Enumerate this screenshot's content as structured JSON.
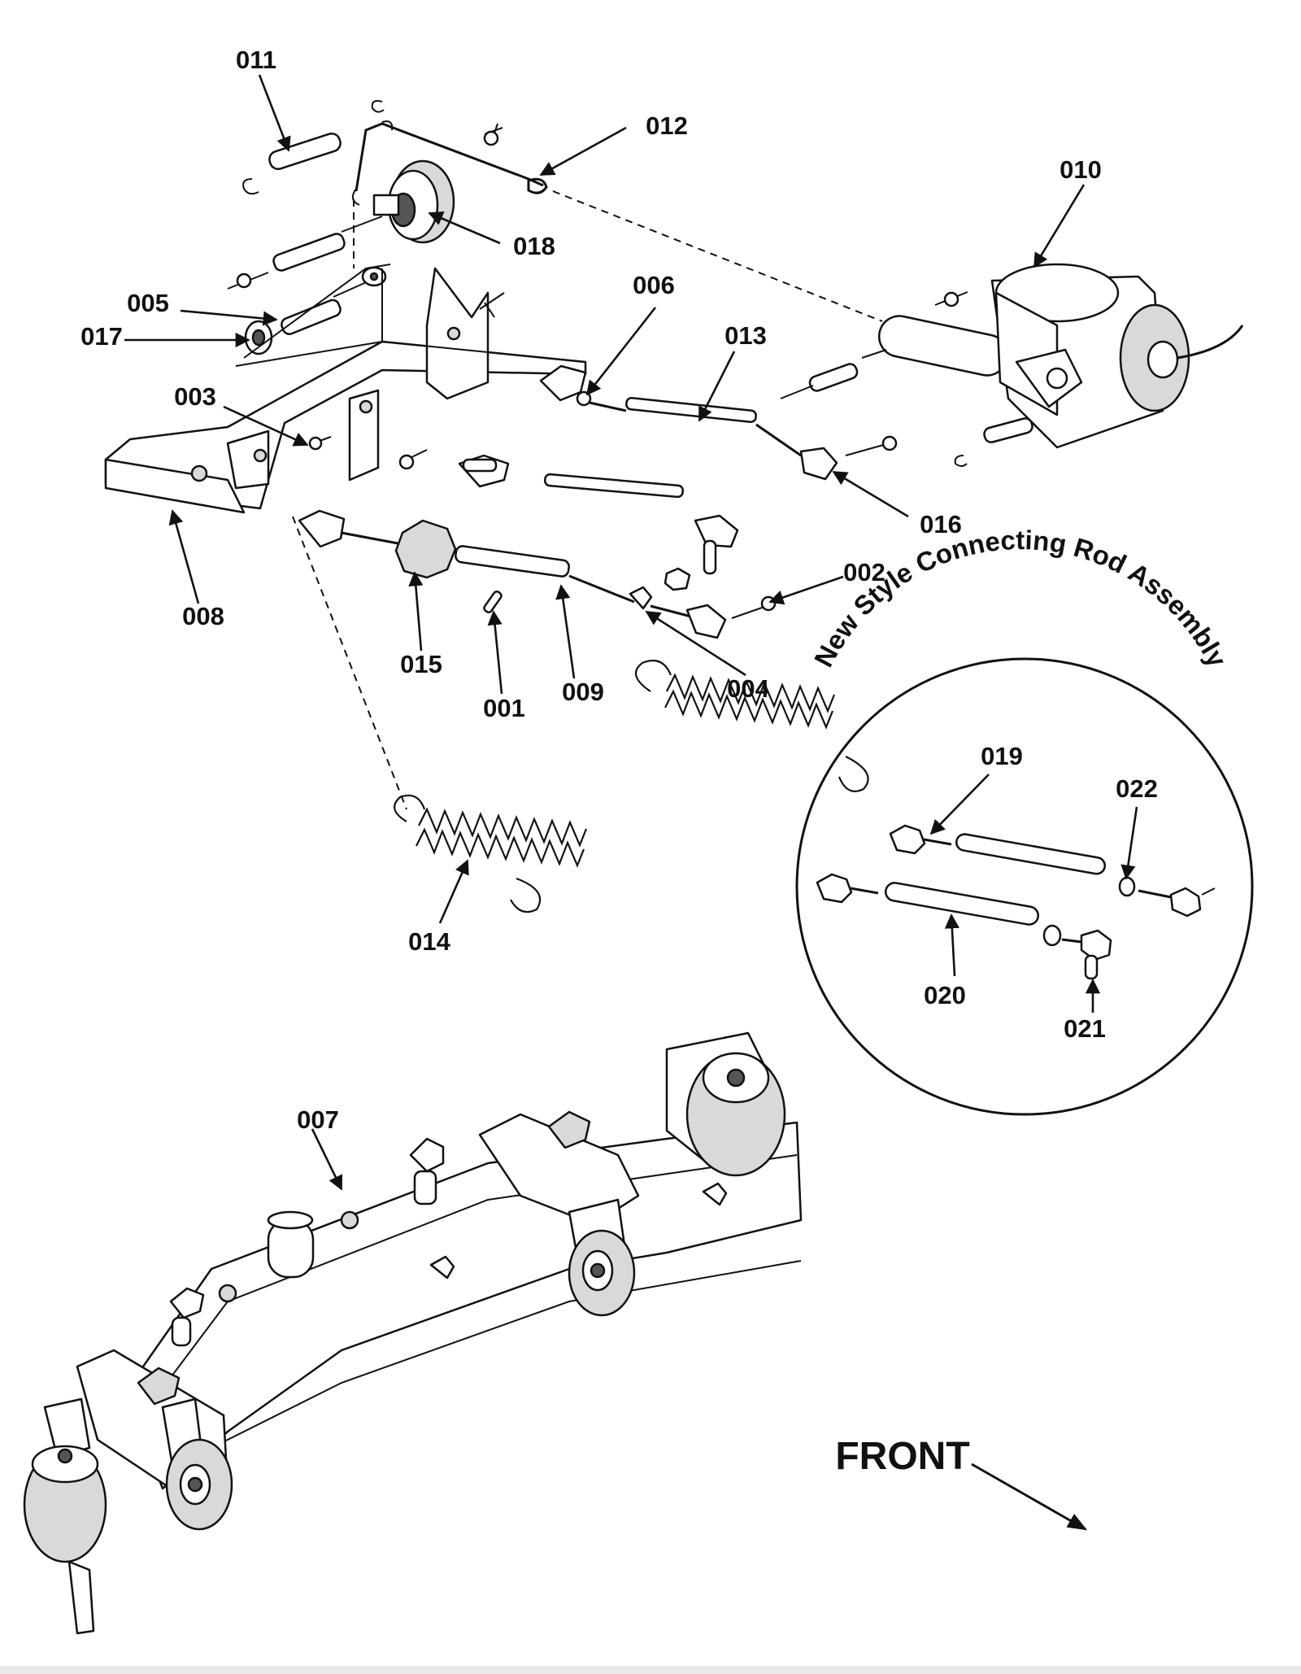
{
  "parts": [
    {
      "id": "p011",
      "label": "011"
    },
    {
      "id": "p012",
      "label": "012"
    },
    {
      "id": "p018",
      "label": "018"
    },
    {
      "id": "p010",
      "label": "010"
    },
    {
      "id": "p005",
      "label": "005"
    },
    {
      "id": "p017",
      "label": "017"
    },
    {
      "id": "p006",
      "label": "006"
    },
    {
      "id": "p013",
      "label": "013"
    },
    {
      "id": "p003",
      "label": "003"
    },
    {
      "id": "p016",
      "label": "016"
    },
    {
      "id": "p008",
      "label": "008"
    },
    {
      "id": "p002",
      "label": "002"
    },
    {
      "id": "p015",
      "label": "015"
    },
    {
      "id": "p001",
      "label": "001"
    },
    {
      "id": "p009",
      "label": "009"
    },
    {
      "id": "p004",
      "label": "004"
    },
    {
      "id": "p014",
      "label": "014"
    },
    {
      "id": "p007",
      "label": "007"
    }
  ],
  "inset": {
    "title": "New Style Connecting Rod Assembly",
    "parts": [
      {
        "id": "p019",
        "label": "019"
      },
      {
        "id": "p022",
        "label": "022"
      },
      {
        "id": "p020",
        "label": "020"
      },
      {
        "id": "p021",
        "label": "021"
      }
    ]
  },
  "direction_label": "FRONT"
}
